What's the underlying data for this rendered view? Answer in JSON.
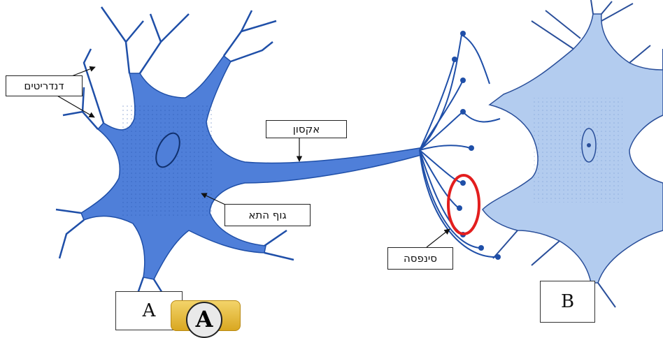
{
  "labels": {
    "dendrites": "דנדריטים",
    "axon": "אקסון",
    "cell_body": "גוף התא",
    "synapse": "סינפסה"
  },
  "neuron_labels": {
    "a": "A",
    "b": "B",
    "badge": "A"
  },
  "colors": {
    "neuron_a": "#4f7fd9",
    "neuron_a_dark": "#1f4fa8",
    "neuron_b": "#b3ccef",
    "neuron_b_outline": "#2a4f9a",
    "highlight": "#e31e1e",
    "badge": "#e2b53a"
  }
}
